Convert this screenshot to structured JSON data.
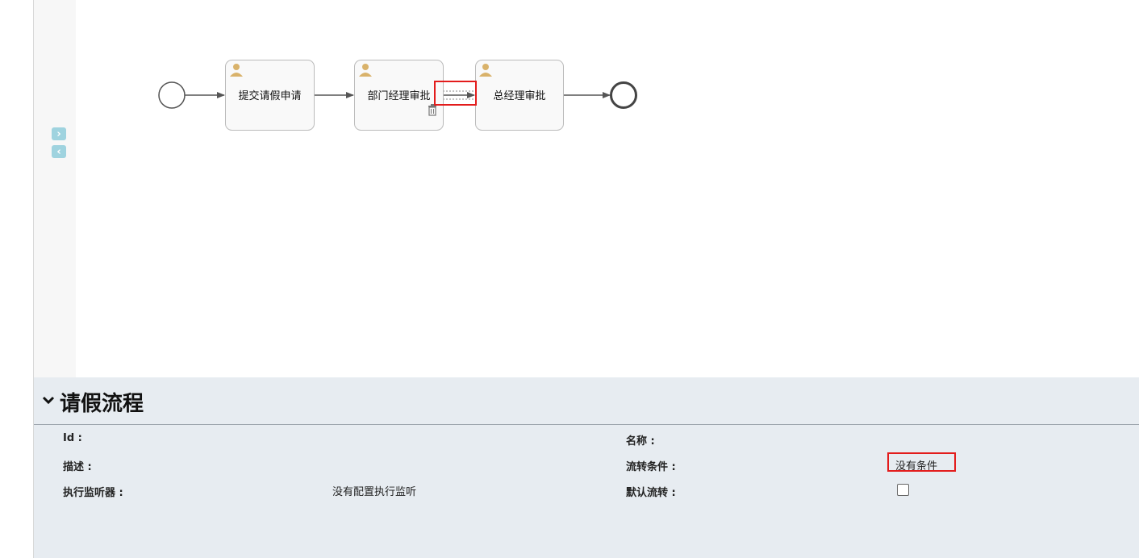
{
  "flow": {
    "tasks": [
      {
        "label": "提交请假申请"
      },
      {
        "label": "部门经理审批"
      },
      {
        "label": "总经理审批"
      }
    ]
  },
  "panel": {
    "title": "请假流程",
    "properties": {
      "id_label": "Id :",
      "name_label": "名称 :",
      "description_label": "描述 :",
      "condition_label": "流转条件 :",
      "condition_value": "没有条件",
      "listener_label": "执行监听器 :",
      "listener_value": "没有配置执行监听",
      "default_flow_label": "默认流转 :"
    }
  },
  "colors": {
    "highlight": "#e31c1c",
    "gutter_button": "#9fd3df",
    "panel_bg": "#e7ecf1",
    "user_icon": "#d9b26a"
  }
}
